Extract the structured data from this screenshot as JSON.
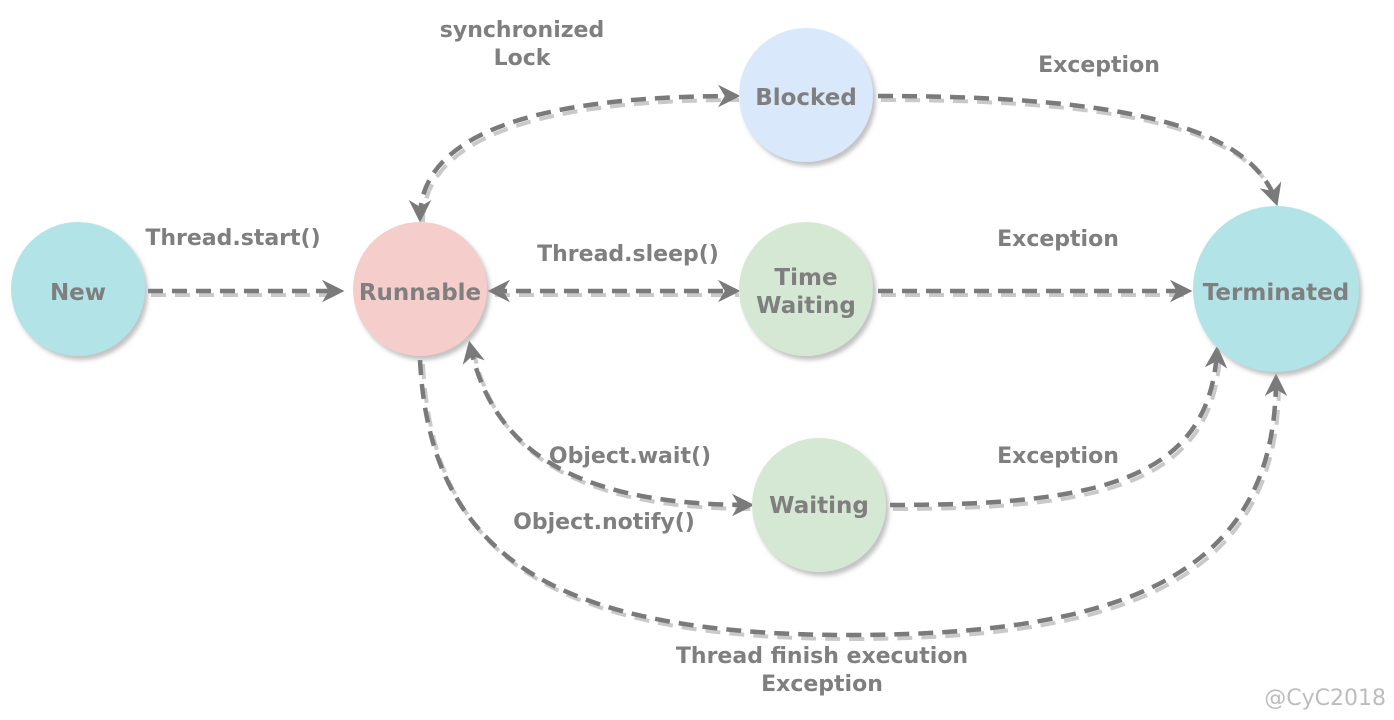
{
  "nodes": {
    "new": {
      "label": "New",
      "color": "#b2e3e6"
    },
    "runnable": {
      "label": "Runnable",
      "color": "#f5cdcb"
    },
    "blocked": {
      "label": "Blocked",
      "color": "#dae8fb"
    },
    "time_waiting": {
      "line1": "Time",
      "line2": "Waiting",
      "color": "#d5e8d4"
    },
    "waiting": {
      "label": "Waiting",
      "color": "#d5e8d4"
    },
    "terminated": {
      "label": "Terminated",
      "color": "#b2e3e6"
    }
  },
  "edges": {
    "start": "Thread.start()",
    "sync_line1": "synchronized",
    "sync_line2": "Lock",
    "sleep": "Thread.sleep()",
    "wait": "Object.wait()",
    "notify": "Object.notify()",
    "blocked_exception": "Exception",
    "time_waiting_exception": "Exception",
    "waiting_exception": "Exception",
    "finish_line1": "Thread finish execution",
    "finish_line2": "Exception"
  },
  "colors": {
    "edge": "#7a7a7a",
    "text": "#7f7f7f"
  },
  "watermark": "@CyC2018"
}
